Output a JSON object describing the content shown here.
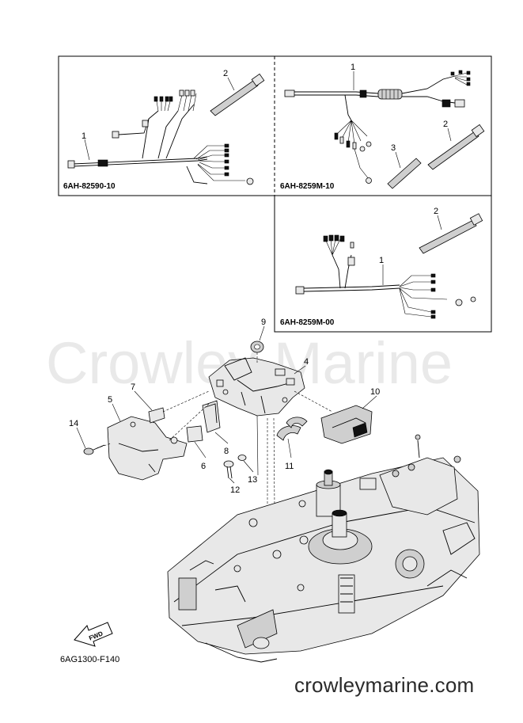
{
  "watermark": "Crowley Marine",
  "footer_url": "crowleymarine.com",
  "figure_code": "6AG1300-F140",
  "fwd_label": "FWD",
  "insets": [
    {
      "part_code": "6AH-82590-10",
      "callouts": [
        "1",
        "2"
      ]
    },
    {
      "part_code": "6AH-8259M-10",
      "callouts": [
        "1",
        "2",
        "3"
      ]
    },
    {
      "part_code": "6AH-8259M-00",
      "callouts": [
        "1",
        "2"
      ]
    }
  ],
  "callouts": [
    "4",
    "5",
    "6",
    "7",
    "8",
    "9",
    "10",
    "11",
    "12",
    "13",
    "14"
  ]
}
